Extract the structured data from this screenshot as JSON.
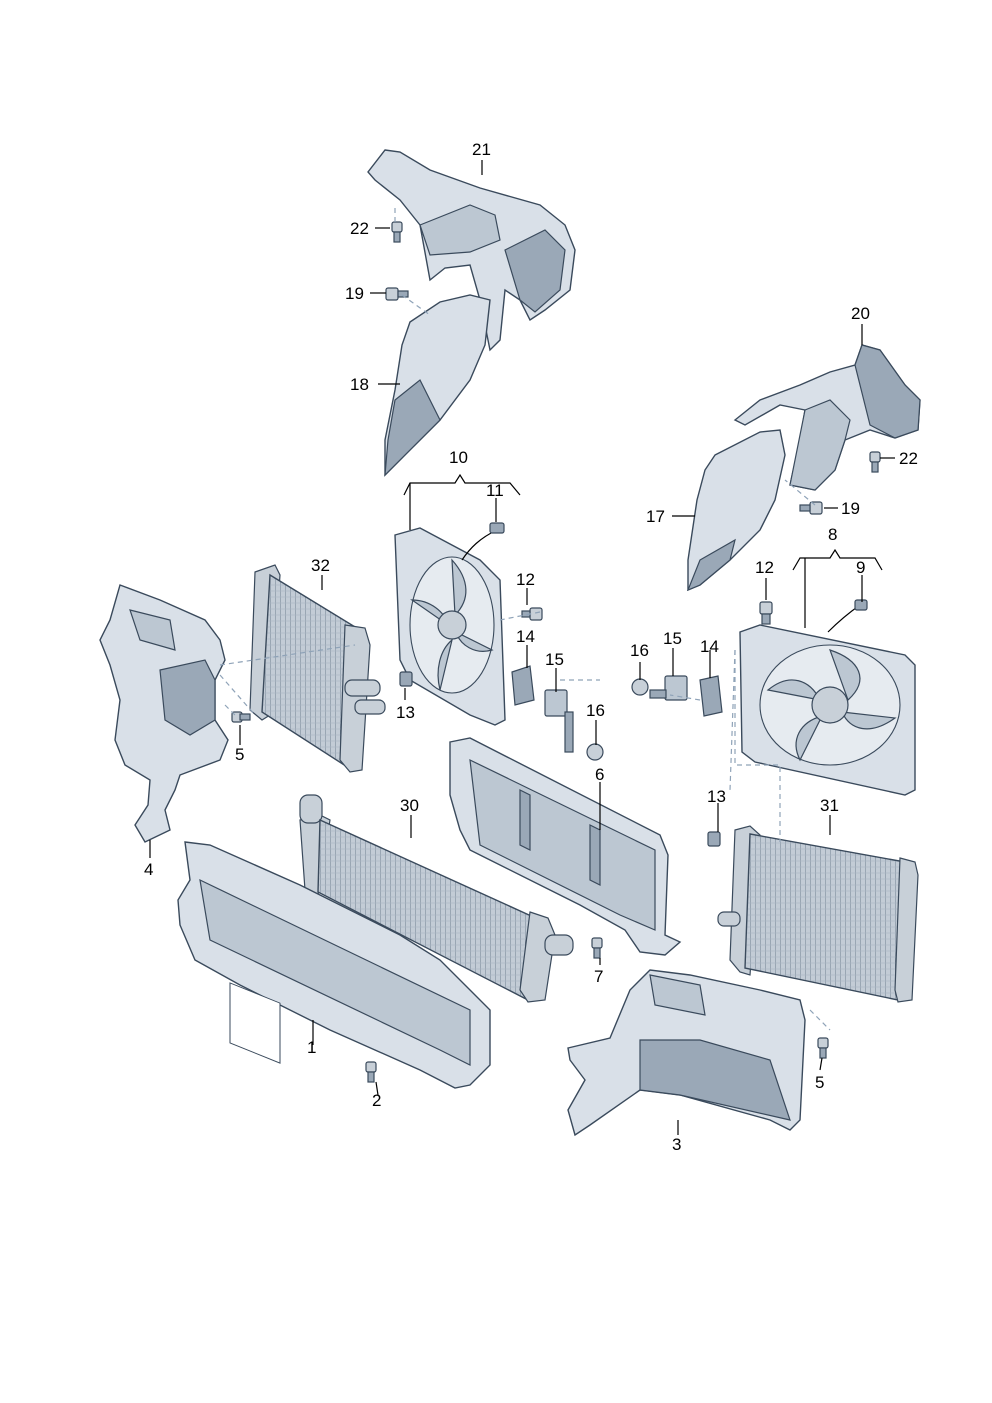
{
  "colors": {
    "part_fill": "#d9e0e8",
    "part_shadow": "#9aa8b7",
    "outline": "#3a4a5c",
    "connector_dash": "#8fa3b8",
    "label": "#000000"
  },
  "callouts": {
    "c1": "1",
    "c2": "2",
    "c3": "3",
    "c4": "4",
    "c5a": "5",
    "c5b": "5",
    "c6": "6",
    "c7": "7",
    "c8": "8",
    "c9": "9",
    "c10": "10",
    "c11": "11",
    "c12a": "12",
    "c12b": "12",
    "c13a": "13",
    "c13b": "13",
    "c14a": "14",
    "c14b": "14",
    "c15a": "15",
    "c15b": "15",
    "c16a": "16",
    "c16b": "16",
    "c17": "17",
    "c18": "18",
    "c19a": "19",
    "c19b": "19",
    "c20": "20",
    "c21": "21",
    "c22a": "22",
    "c22b": "22",
    "c30": "30",
    "c31": "31",
    "c32": "32"
  }
}
